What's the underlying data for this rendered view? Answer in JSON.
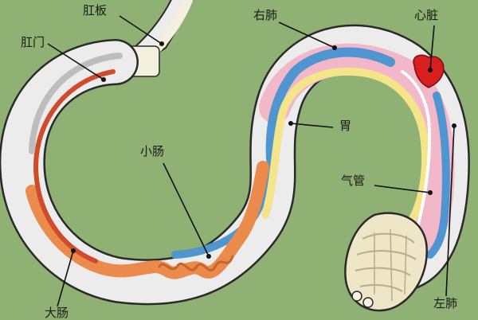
{
  "labels": {
    "cloaca_plate": "肛板",
    "anus": "肛门",
    "right_lung": "右肺",
    "heart": "心脏",
    "stomach": "胃",
    "small_intestine": "小肠",
    "trachea": "气管",
    "large_intestine": "大肠",
    "left_lung": "左肺"
  },
  "colors": {
    "background": "#8fb173",
    "outline": "#2a2a2a",
    "body": "#ececec",
    "lung": "#4f95d0",
    "lung_pink": "#f2b8c9",
    "stomach": "#f4e48a",
    "intestine": "#ea8b4c",
    "gut_red": "#d04b2c",
    "heart": "#d81f1f",
    "head": "#efe6c8",
    "scales": "#f3f0df"
  },
  "icons": {
    "heart": "heart-organ-icon",
    "head": "snake-head-icon"
  }
}
